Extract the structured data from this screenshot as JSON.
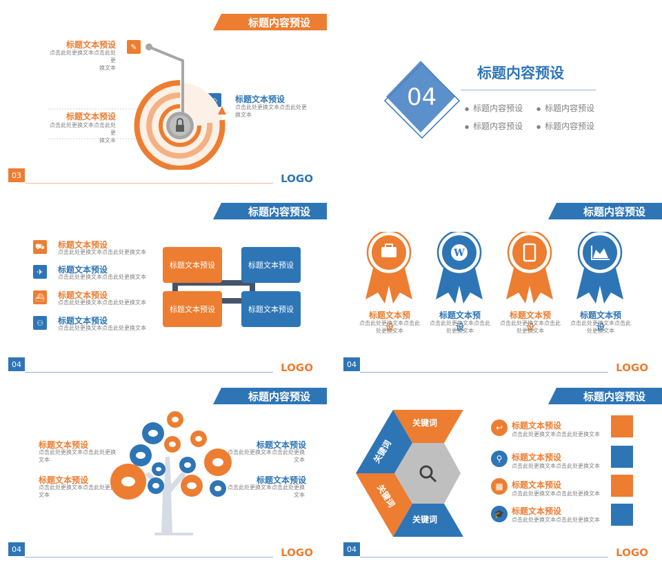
{
  "common": {
    "logo": "LOGO",
    "title": "标题内容预设",
    "item_title": "标题文本预设"
  },
  "slide1": {
    "page": "03",
    "items": [
      {
        "title": "标题文本预设",
        "desc1": "点击此处更换文本点击此处更",
        "desc2": "换文本"
      },
      {
        "title": "标题文本预设",
        "desc1": "点击此处更换文本点击此处更",
        "desc2": "换文本"
      },
      {
        "title": "标题文本预设",
        "desc1": "点击此处更换文本点击此处更",
        "desc2": "换文本"
      }
    ]
  },
  "slide2": {
    "number": "04",
    "heading": "标题内容预设",
    "bullets": [
      "标题内容预设",
      "标题内容预设",
      "标题内容预设",
      "标题内容预设"
    ]
  },
  "slide3": {
    "page": "04",
    "items": [
      {
        "title": "标题文本预设",
        "desc": "点击此处更换文本点击此处更换文本"
      },
      {
        "title": "标题文本预设",
        "desc": "点击此处更换文本点击此处更换文本"
      },
      {
        "title": "标题文本预设",
        "desc": "点击此处更换文本点击此处更换文本"
      },
      {
        "title": "标题文本预设",
        "desc": "点击此处更换文本点击此处更换文本"
      }
    ],
    "boxes": [
      "标题文本预设",
      "标题文本预设",
      "标题文本预设",
      "标题文本预设"
    ]
  },
  "slide4": {
    "page": "04",
    "medals": [
      {
        "title": "标题文本预设",
        "desc1": "点击此处更换文本点击此",
        "desc2": "处更换文本"
      },
      {
        "title": "标题文本预设",
        "desc1": "点击此处更换文本点击此",
        "desc2": "处更换文本"
      },
      {
        "title": "标题文本预设",
        "desc1": "点击此处更换文本点击此",
        "desc2": "处更换文本"
      },
      {
        "title": "标题文本预设",
        "desc1": "点击此处更换文本点击此",
        "desc2": "处更换文本"
      }
    ]
  },
  "slide5": {
    "page": "04",
    "items": [
      {
        "title": "标题文本预设",
        "desc1": "点击此处更换文本点击此处更换",
        "desc2": "文本"
      },
      {
        "title": "标题文本预设",
        "desc1": "点击此处更换文本点击此处更换",
        "desc2": "文本"
      },
      {
        "title": "标题文本预设",
        "desc1": "点击此处更换文本点击此处更换",
        "desc2": "文本"
      },
      {
        "title": "标题文本预设",
        "desc1": "点击此处更换文本点击此处更换",
        "desc2": "文本"
      }
    ]
  },
  "slide6": {
    "page": "04",
    "keywords": [
      "关键词",
      "关键词",
      "关键词",
      "关键词"
    ],
    "items": [
      {
        "title": "标题文本预设",
        "desc": "点击此处更换文本点击此处更换文本"
      },
      {
        "title": "标题文本预设",
        "desc": "点击此处更换文本点击此处更换文本"
      },
      {
        "title": "标题文本预设",
        "desc": "点击此处更换文本点击此处更换文本"
      },
      {
        "title": "标题文本预设",
        "desc": "点击此处更换文本点击此处更换文本"
      }
    ]
  },
  "colors": {
    "orange": "#ed7d31",
    "blue": "#2e75b6",
    "gray": "#808080"
  }
}
